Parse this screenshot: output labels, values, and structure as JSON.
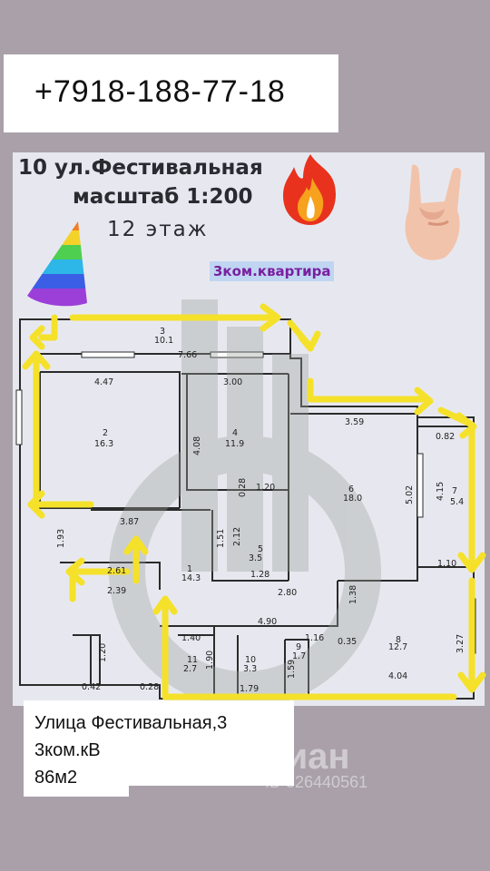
{
  "phone": "+7918-188-77-18",
  "plan": {
    "address": "10 ул.Фестивальная",
    "scale": "масштаб 1:200",
    "floor": "12 этаж",
    "apartment_label": "3ком.квартира",
    "rooms": [
      {
        "id": "3",
        "area": "10.1"
      },
      {
        "id": "2",
        "area": "16.3"
      },
      {
        "id": "4",
        "area": "11.9"
      },
      {
        "id": "6",
        "area": "18.0"
      },
      {
        "id": "7",
        "area": "5.4"
      },
      {
        "id": "1",
        "area": "14.3"
      },
      {
        "id": "5",
        "area": "3.5"
      },
      {
        "id": "8",
        "area": "12.7"
      },
      {
        "id": "11",
        "area": "2.7"
      },
      {
        "id": "10",
        "area": "3.3"
      },
      {
        "id": "9",
        "area": "1.7"
      }
    ],
    "dims": [
      "7.66",
      "4.47",
      "3.00",
      "3.59",
      "4.08",
      "0.28",
      "1.20",
      "5.02",
      "4.15",
      "0.82",
      "3.87",
      "1.93",
      "2.61",
      "2.39",
      "1.51",
      "2.12",
      "1.28",
      "2.80",
      "1.38",
      "4.90",
      "1.40",
      "1.16",
      "0.35",
      "4.04",
      "3.27",
      "1.20",
      "0.42",
      "1.10",
      "0.28",
      "1.90",
      "1.79",
      "1.59"
    ]
  },
  "info": {
    "line1": "Улица Фестивальная,3",
    "line2": "3ком.кВ",
    "line3": "86м2"
  },
  "watermark": {
    "brand": "циан",
    "id": "ID 326440561"
  },
  "colors": {
    "background": "#a9a0aa",
    "arrow": "#f5e12a",
    "apartment_label_bg": "#bfd5f2",
    "apartment_label_text": "#7a1fa0"
  }
}
